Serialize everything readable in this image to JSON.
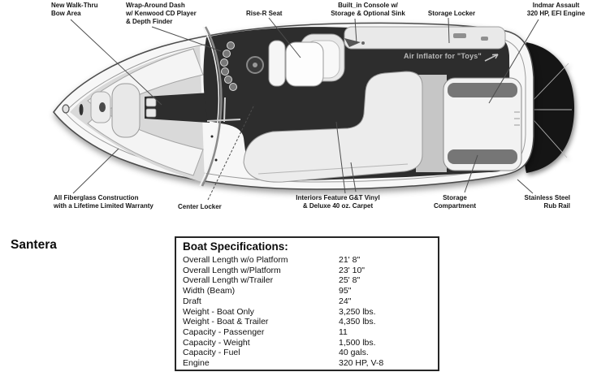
{
  "model_name": "Santera",
  "diagram": {
    "inline_label": "Air Inflator for \"Toys\"",
    "top_callouts": [
      {
        "name": "walk-thru-bow",
        "lines": [
          "New Walk-Thru",
          "Bow Area"
        ]
      },
      {
        "name": "wrap-around-dash",
        "lines": [
          "Wrap-Around Dash",
          "w/ Kenwood CD Player",
          "& Depth Finder"
        ]
      },
      {
        "name": "rise-r-seat",
        "lines": [
          "Rise-R Seat"
        ]
      },
      {
        "name": "built-in-console",
        "lines": [
          "Built_in Console w/",
          "Storage & Optional Sink"
        ]
      },
      {
        "name": "storage-locker",
        "lines": [
          "Storage Locker"
        ]
      },
      {
        "name": "engine",
        "lines": [
          "Indmar Assault",
          "320 HP, EFI Engine"
        ]
      }
    ],
    "bottom_callouts": [
      {
        "name": "fiberglass",
        "lines": [
          "All Fiberglass Construction",
          "with a Lifetime Limited Warranty"
        ]
      },
      {
        "name": "center-locker",
        "lines": [
          "Center Locker"
        ]
      },
      {
        "name": "interiors",
        "lines": [
          "Interiors Feature G&T Vinyl",
          "& Deluxe 40 oz. Carpet"
        ]
      },
      {
        "name": "storage-compartment",
        "lines": [
          "Storage",
          "Compartment"
        ]
      },
      {
        "name": "rub-rail",
        "lines": [
          "Stainless Steel",
          "Rub Rail"
        ]
      }
    ]
  },
  "specs": {
    "title": "Boat Specifications:",
    "rows": [
      {
        "label": "Overall Length w/o Platform",
        "value": "21' 8\""
      },
      {
        "label": "Overall Length w/Platform",
        "value": "23' 10\""
      },
      {
        "label": "Overall Length w/Trailer",
        "value": "25' 8\""
      },
      {
        "label": "Width (Beam)",
        "value": "95\""
      },
      {
        "label": "Draft",
        "value": "24\""
      },
      {
        "label": "Weight - Boat Only",
        "value": "3,250 lbs."
      },
      {
        "label": "Weight - Boat & Trailer",
        "value": "4,350 lbs."
      },
      {
        "label": "Capacity - Passenger",
        "value": "11"
      },
      {
        "label": "Capacity - Weight",
        "value": "1,500 lbs."
      },
      {
        "label": "Capacity - Fuel",
        "value": "40 gals."
      },
      {
        "label": "Engine",
        "value": "320 HP, V-8"
      }
    ]
  },
  "colors": {
    "ink": "#141414",
    "leader_line": "#4d4d4d",
    "carpet": "#2d2d2d"
  }
}
